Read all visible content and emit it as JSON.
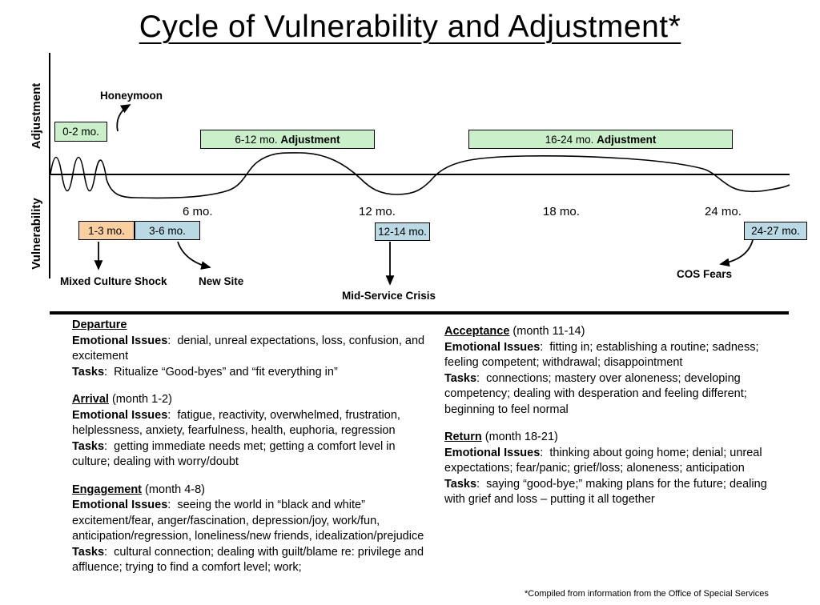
{
  "title": "Cycle of Vulnerability and Adjustment*",
  "axis": {
    "adjustment_label": "Adjustment",
    "vulnerability_label": "Vulnerability",
    "ticks": [
      "6 mo.",
      "12 mo.",
      "18 mo.",
      "24 mo."
    ]
  },
  "timeline": {
    "honeymoon": "Honeymoon",
    "adjustment_boxes": [
      {
        "range": "0-2 mo.",
        "label": ""
      },
      {
        "range": "6-12 mo. ",
        "label": "Adjustment"
      },
      {
        "range": "16-24 mo. ",
        "label": "Adjustment"
      }
    ],
    "vulnerability_boxes": [
      {
        "range": "1-3 mo."
      },
      {
        "range": "3-6 mo."
      },
      {
        "range": "12-14 mo."
      },
      {
        "range": "24-27 mo."
      }
    ],
    "callouts": [
      "Mixed Culture Shock",
      "New Site",
      "Mid-Service Crisis",
      "COS Fears"
    ]
  },
  "notes": {
    "left": [
      {
        "title": "Departure",
        "subtitle": "",
        "lines": [
          {
            "label": "Emotional Issues",
            "text": ":  denial, unreal expectations, loss, confusion, and excitement"
          },
          {
            "label": "Tasks",
            "text": ":  Ritualize “Good-byes” and “fit everything in”"
          }
        ]
      },
      {
        "title": "Arrival",
        "subtitle": " (month 1-2)",
        "lines": [
          {
            "label": "Emotional Issues",
            "text": ":  fatigue, reactivity, overwhelmed, frustration, helplessness, anxiety, fearfulness, health, euphoria, regression"
          },
          {
            "label": "Tasks",
            "text": ":  getting immediate needs met; getting a comfort level in culture; dealing with worry/doubt"
          }
        ]
      },
      {
        "title": "Engagement",
        "subtitle": " (month 4-8)",
        "lines": [
          {
            "label": "Emotional Issues",
            "text": ":  seeing the world in “black and white” excitement/fear, anger/fascination, depression/joy, work/fun, anticipation/regression, loneliness/new friends, idealization/prejudice"
          },
          {
            "label": "Tasks",
            "text": ":  cultural connection; dealing with guilt/blame re: privilege and affluence; trying to find a comfort level; work;"
          }
        ]
      }
    ],
    "right": [
      {
        "title": "Acceptance",
        "subtitle": " (month 11-14)",
        "lines": [
          {
            "label": "Emotional Issues",
            "text": ":  fitting in; establishing a routine; sadness; feeling competent; withdrawal; disappointment"
          },
          {
            "label": "Tasks",
            "text": ":  connections; mastery over aloneness; developing competency; dealing with desperation and feeling different; beginning to feel normal"
          }
        ]
      },
      {
        "title": "Return",
        "subtitle": " (month 18-21)",
        "lines": [
          {
            "label": "Emotional Issues",
            "text": ":  thinking about going home; denial; unreal expectations; fear/panic; grief/loss; aloneness; anticipation"
          },
          {
            "label": "Tasks",
            "text": ":  saying “good-bye;” making plans for the future; dealing with grief and loss – putting it all together"
          }
        ]
      }
    ]
  },
  "footnote": "*Compiled from information from the Office of Special Services",
  "colors": {
    "adjustment_box": "#c9f0c9",
    "early_shock_box": "#f9cf9f",
    "vulnerability_box": "#b9d9e4",
    "line": "#000000",
    "background": "#ffffff"
  }
}
